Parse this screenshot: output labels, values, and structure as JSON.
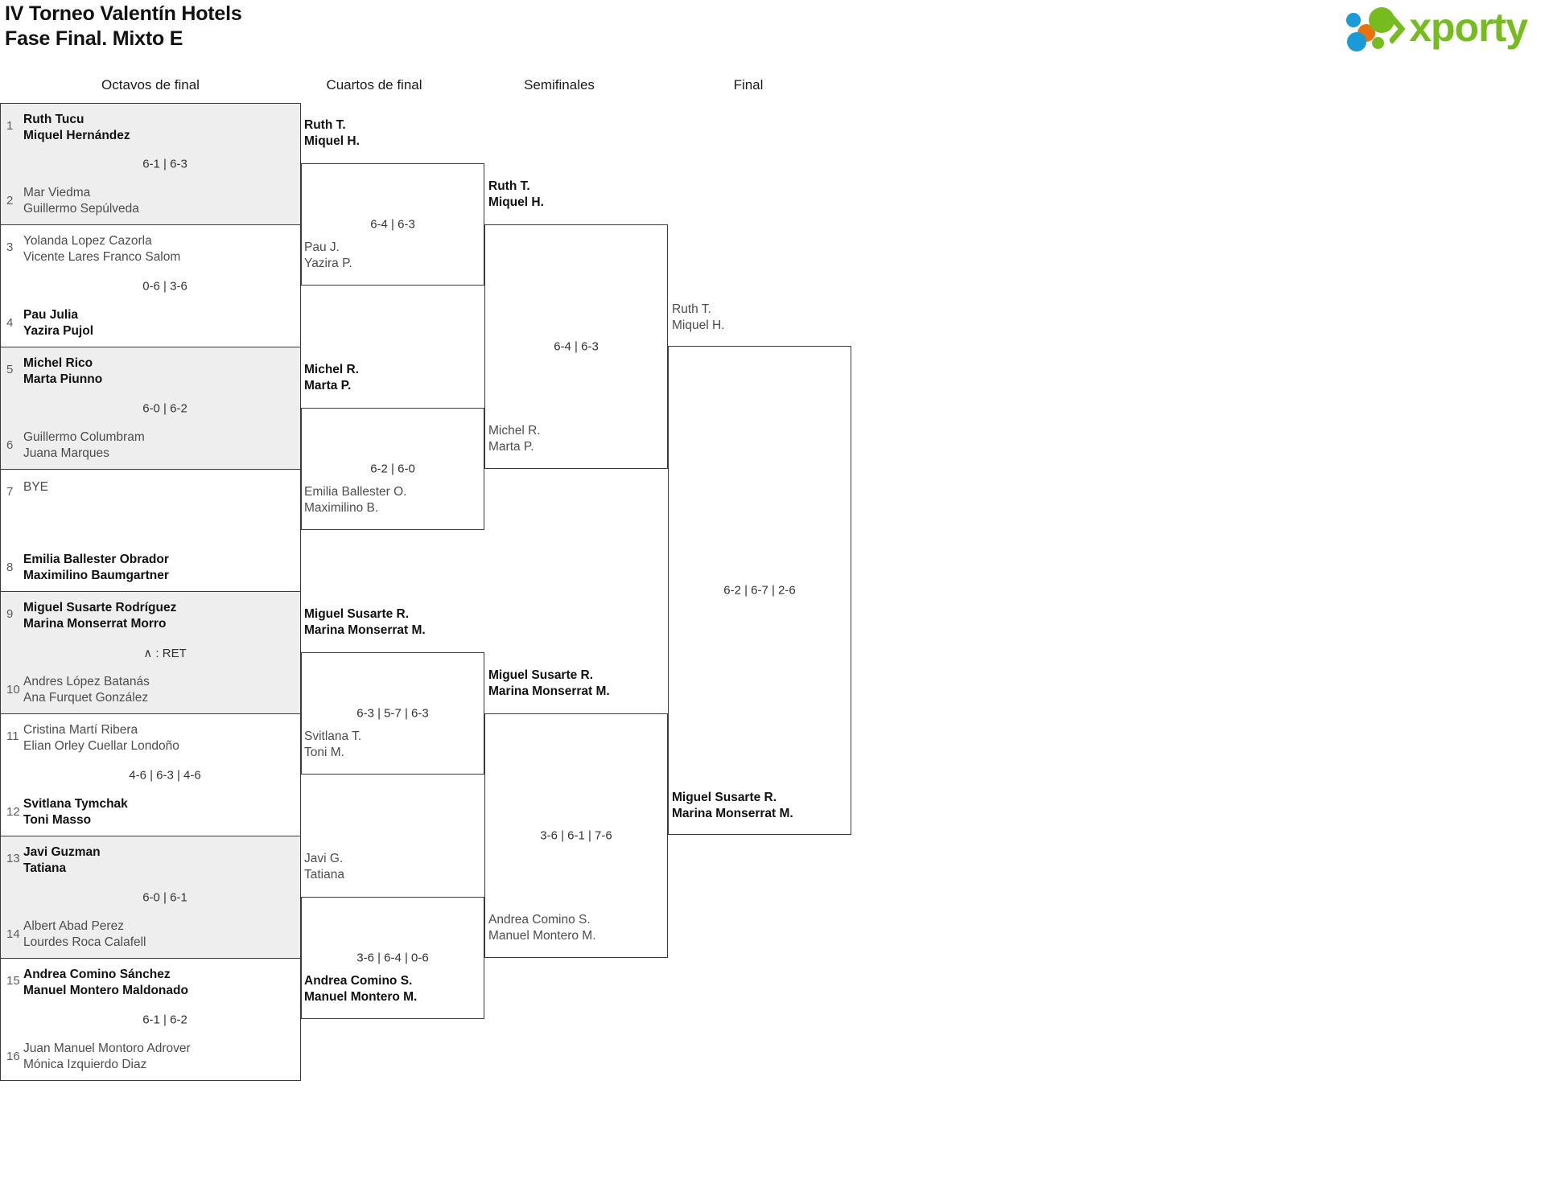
{
  "header": {
    "title_line1": "IV Torneo Valentín Hotels",
    "title_line2": "Fase Final. Mixto E",
    "logo_text": "xporty",
    "logo_colors": {
      "green": "#76bc21",
      "blue": "#1a9ad7",
      "orange": "#e8720c"
    }
  },
  "rounds": [
    {
      "id": "r16",
      "label": "Octavos de final"
    },
    {
      "id": "qf",
      "label": "Cuartos de final"
    },
    {
      "id": "sf",
      "label": "Semifinales"
    },
    {
      "id": "f",
      "label": "Final"
    }
  ],
  "round16": [
    {
      "seed_top": "1",
      "seed_bot": "2",
      "top": {
        "l1": "Ruth Tucu",
        "l2": "Miquel Hernández",
        "result": "win"
      },
      "bot": {
        "l1": "Mar Viedma",
        "l2": "Guillermo Sepúlveda",
        "result": "lose"
      },
      "score": "6-1 | 6-3",
      "shaded": true
    },
    {
      "seed_top": "3",
      "seed_bot": "4",
      "top": {
        "l1": "Yolanda Lopez Cazorla",
        "l2": "Vicente Lares Franco Salom",
        "result": "lose"
      },
      "bot": {
        "l1": "Pau Julia",
        "l2": "Yazira Pujol",
        "result": "win"
      },
      "score": "0-6 | 3-6",
      "shaded": false
    },
    {
      "seed_top": "5",
      "seed_bot": "6",
      "top": {
        "l1": "Michel Rico",
        "l2": "Marta Piunno",
        "result": "win"
      },
      "bot": {
        "l1": "Guillermo Columbram",
        "l2": "Juana Marques",
        "result": "lose"
      },
      "score": "6-0 | 6-2",
      "shaded": true
    },
    {
      "seed_top": "7",
      "seed_bot": "8",
      "top": {
        "l1": "BYE",
        "l2": "",
        "result": "bye"
      },
      "bot": {
        "l1": "Emilia Ballester Obrador",
        "l2": "Maximilino Baumgartner",
        "result": "win"
      },
      "score": "",
      "shaded": false
    },
    {
      "seed_top": "9",
      "seed_bot": "10",
      "top": {
        "l1": "Miguel Susarte Rodríguez",
        "l2": "Marina Monserrat Morro",
        "result": "win"
      },
      "bot": {
        "l1": "Andres López Batanás",
        "l2": "Ana Furquet González",
        "result": "lose"
      },
      "score": "∧ : RET",
      "shaded": true
    },
    {
      "seed_top": "11",
      "seed_bot": "12",
      "top": {
        "l1": "Cristina Martí Ribera",
        "l2": "Elian Orley Cuellar Londoño",
        "result": "lose"
      },
      "bot": {
        "l1": "Svitlana Tymchak",
        "l2": "Toni Masso",
        "result": "win"
      },
      "score": "4-6 | 6-3 | 4-6",
      "shaded": false
    },
    {
      "seed_top": "13",
      "seed_bot": "14",
      "top": {
        "l1": "Javi Guzman",
        "l2": "Tatiana",
        "result": "win"
      },
      "bot": {
        "l1": "Albert Abad Perez",
        "l2": "Lourdes Roca Calafell",
        "result": "lose"
      },
      "score": "6-0 | 6-1",
      "shaded": true
    },
    {
      "seed_top": "15",
      "seed_bot": "16",
      "top": {
        "l1": "Andrea Comino Sánchez",
        "l2": "Manuel Montero Maldonado",
        "result": "win"
      },
      "bot": {
        "l1": "Juan Manuel Montoro Adrover",
        "l2": "Mónica Izquierdo Diaz",
        "result": "lose"
      },
      "score": "6-1 | 6-2",
      "shaded": false
    }
  ],
  "quarterfinals": [
    {
      "top": {
        "l1": "Ruth T.",
        "l2": "Miquel H.",
        "result": "win"
      },
      "bot": {
        "l1": "Pau J.",
        "l2": "Yazira P.",
        "result": "lose"
      },
      "score": "6-4 | 6-3"
    },
    {
      "top": {
        "l1": "Michel R.",
        "l2": "Marta P.",
        "result": "win"
      },
      "bot": {
        "l1": "Emilia Ballester O.",
        "l2": "Maximilino B.",
        "result": "lose"
      },
      "score": "6-2 | 6-0"
    },
    {
      "top": {
        "l1": "Miguel Susarte R.",
        "l2": "Marina Monserrat M.",
        "result": "win"
      },
      "bot": {
        "l1": "Svitlana T.",
        "l2": "Toni M.",
        "result": "lose"
      },
      "score": "6-3 | 5-7 | 6-3"
    },
    {
      "top": {
        "l1": "Javi G.",
        "l2": "Tatiana",
        "result": "lose"
      },
      "bot": {
        "l1": "Andrea Comino S.",
        "l2": "Manuel Montero M.",
        "result": "win"
      },
      "score": "3-6 | 6-4 | 0-6"
    }
  ],
  "semifinals": [
    {
      "top": {
        "l1": "Ruth T.",
        "l2": "Miquel H.",
        "result": "win"
      },
      "bot": {
        "l1": "Michel R.",
        "l2": "Marta P.",
        "result": "lose"
      },
      "score": "6-4 | 6-3"
    },
    {
      "top": {
        "l1": "Miguel Susarte R.",
        "l2": "Marina Monserrat M.",
        "result": "win"
      },
      "bot": {
        "l1": "Andrea Comino S.",
        "l2": "Manuel Montero M.",
        "result": "lose"
      },
      "score": "3-6 | 6-1 | 7-6"
    }
  ],
  "final": {
    "top": {
      "l1": "Ruth T.",
      "l2": "Miquel H.",
      "result": "lose"
    },
    "bot": {
      "l1": "Miguel Susarte R.",
      "l2": "Marina Monserrat M.",
      "result": "win"
    },
    "score": "6-2 | 6-7 | 2-6"
  }
}
